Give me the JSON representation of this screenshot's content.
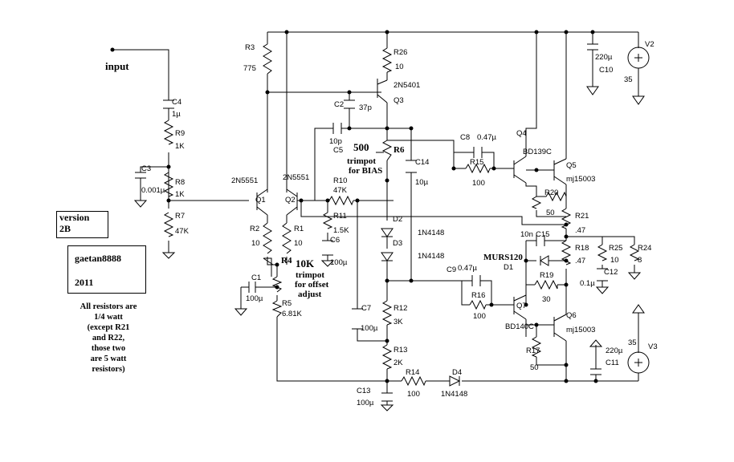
{
  "input_label": "input",
  "version": {
    "line1": "version",
    "line2": "2B"
  },
  "author": {
    "name": "gaetan8888",
    "year": "2011"
  },
  "note_lines": [
    "All resistors are",
    "1/4 watt",
    "(except R21",
    "and R22,",
    "those two",
    "are 5 watt",
    "resistors)"
  ],
  "bias_note": {
    "value": "500",
    "line1": "trimpot",
    "line2": "for BIAS"
  },
  "offset_note": {
    "value": "10K",
    "line1": "trimpot",
    "line2": "for offset",
    "line3": "adjust"
  },
  "resistors": [
    {
      "ref": "R3",
      "value": "775"
    },
    {
      "ref": "R26",
      "value": "10"
    },
    {
      "ref": "R9",
      "value": "1K"
    },
    {
      "ref": "R8",
      "value": "1K"
    },
    {
      "ref": "R7",
      "value": "47K"
    },
    {
      "ref": "R2",
      "value": "10"
    },
    {
      "ref": "R1",
      "value": "10"
    },
    {
      "ref": "R10",
      "value": "47K"
    },
    {
      "ref": "R11",
      "value": "1.5K"
    },
    {
      "ref": "R15",
      "value": "100"
    },
    {
      "ref": "R20",
      "value": "50"
    },
    {
      "ref": "R21",
      "value": ".47"
    },
    {
      "ref": "R18",
      "value": ".47"
    },
    {
      "ref": "R25",
      "value": "10"
    },
    {
      "ref": "R24",
      "value": "8"
    },
    {
      "ref": "R19",
      "value": "30"
    },
    {
      "ref": "R16",
      "value": "100"
    },
    {
      "ref": "R17",
      "value": "50"
    },
    {
      "ref": "R12",
      "value": "3K"
    },
    {
      "ref": "R13",
      "value": "2K"
    },
    {
      "ref": "R14",
      "value": "100"
    },
    {
      "ref": "R5",
      "value": "6.81K"
    },
    {
      "ref": "R4",
      "value": ""
    },
    {
      "ref": "R6",
      "value": ""
    }
  ],
  "capacitors": [
    {
      "ref": "C4",
      "value": "1µ"
    },
    {
      "ref": "C3",
      "value": "0.001µ"
    },
    {
      "ref": "C2",
      "value": "37p"
    },
    {
      "ref": "C5",
      "value": "10p"
    },
    {
      "ref": "C14",
      "value": "10µ"
    },
    {
      "ref": "C8",
      "value": "0.47µ"
    },
    {
      "ref": "C10",
      "value": "220µ"
    },
    {
      "ref": "C6",
      "value": "100µ"
    },
    {
      "ref": "C1",
      "value": "100µ"
    },
    {
      "ref": "C15",
      "value": "10n"
    },
    {
      "ref": "C12",
      "value": "0.1µ"
    },
    {
      "ref": "C9",
      "value": "0.47µ"
    },
    {
      "ref": "C7",
      "value": "100µ"
    },
    {
      "ref": "C11",
      "value": "220µ"
    },
    {
      "ref": "C13",
      "value": "100µ"
    }
  ],
  "transistors": [
    {
      "ref": "Q1",
      "part": "2N5551"
    },
    {
      "ref": "Q2",
      "part": "2N5551"
    },
    {
      "ref": "Q3",
      "part": "2N5401"
    },
    {
      "ref": "Q4",
      "part": "BD139C"
    },
    {
      "ref": "Q5",
      "part": "mj15003"
    },
    {
      "ref": "Q7",
      "part": "BD140C"
    },
    {
      "ref": "Q6",
      "part": "mj15003"
    }
  ],
  "diodes": [
    {
      "ref": "D2",
      "part": "1N4148"
    },
    {
      "ref": "D3",
      "part": "1N4148"
    },
    {
      "ref": "D1",
      "part": "MURS120"
    },
    {
      "ref": "D4",
      "part": "1N4148"
    }
  ],
  "sources": [
    {
      "ref": "V2",
      "value": "35"
    },
    {
      "ref": "V3",
      "value": "35"
    }
  ]
}
